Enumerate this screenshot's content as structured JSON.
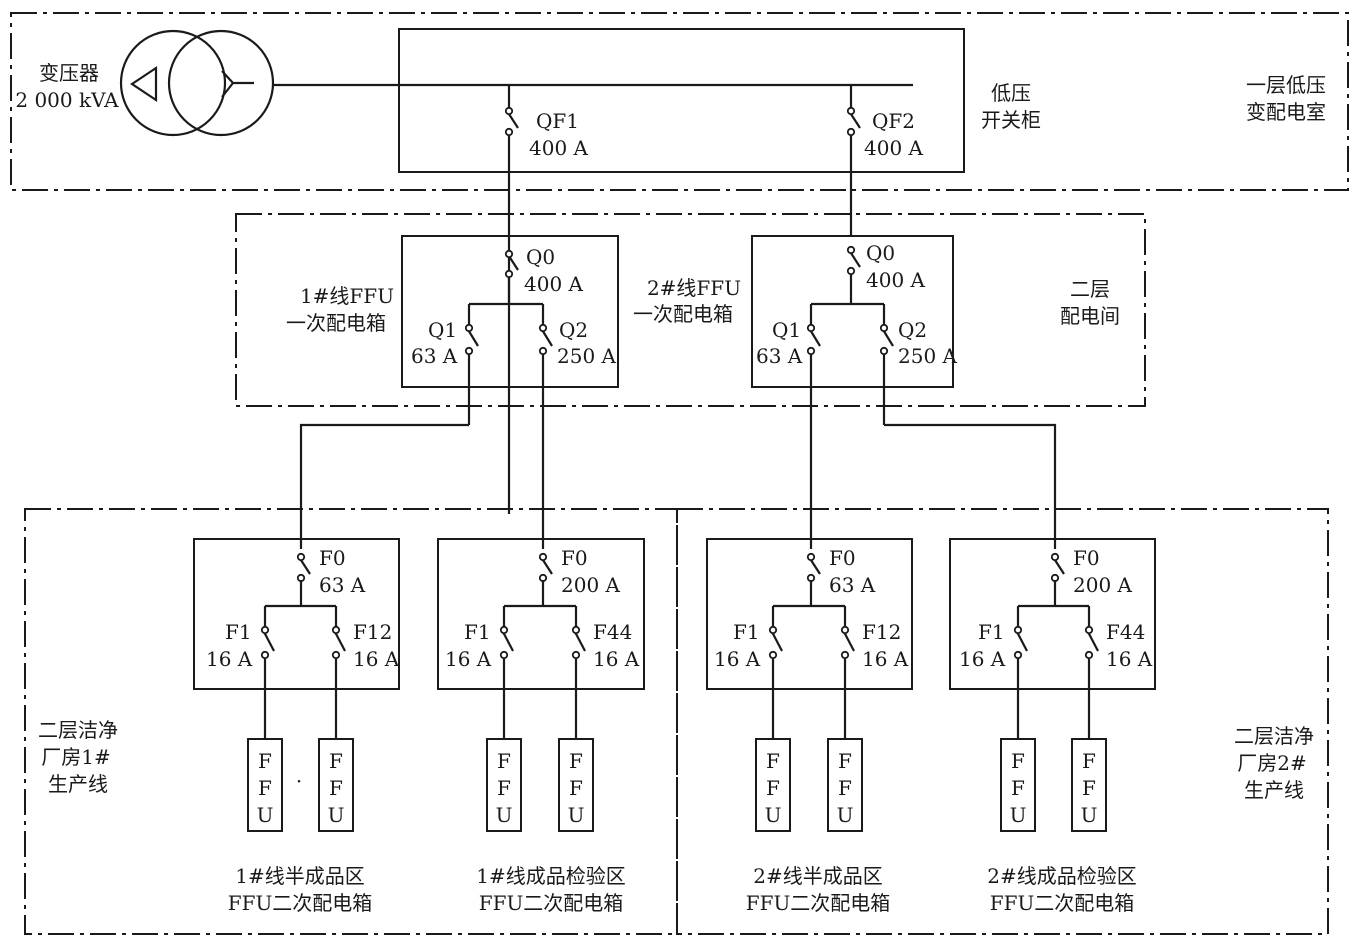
{
  "transformer": {
    "name": "变压器",
    "rating": "2 000 kVA"
  },
  "lv_cabinet": {
    "label_line1": "低压",
    "label_line2": "开关柜",
    "breakers": [
      {
        "name": "QF1",
        "rating": "400 A"
      },
      {
        "name": "QF2",
        "rating": "400 A"
      }
    ]
  },
  "zones": {
    "floor1_room": {
      "line1": "一层低压",
      "line2": "变配电室"
    },
    "floor2_room": {
      "line1": "二层",
      "line2": "配电间"
    },
    "clean_line1": {
      "line1": "二层洁净",
      "line2": "厂房1#",
      "line3": "生产线"
    },
    "clean_line2": {
      "line1": "二层洁净",
      "line2": "厂房2#",
      "line3": "生产线"
    }
  },
  "primary_boxes": [
    {
      "label_line1": "1#线FFU",
      "label_line2": "一次配电箱",
      "main": {
        "name": "Q0",
        "rating": "400 A"
      },
      "branches": [
        {
          "name": "Q1",
          "rating": "63 A"
        },
        {
          "name": "Q2",
          "rating": "250 A"
        }
      ]
    },
    {
      "label_line1": "2#线FFU",
      "label_line2": "一次配电箱",
      "main": {
        "name": "Q0",
        "rating": "400 A"
      },
      "branches": [
        {
          "name": "Q1",
          "rating": "63 A"
        },
        {
          "name": "Q2",
          "rating": "250 A"
        }
      ]
    }
  ],
  "secondary_boxes": [
    {
      "label_line1": "1#线半成品区",
      "label_line2": "FFU二次配电箱",
      "main": {
        "name": "F0",
        "rating": "63 A"
      },
      "first": {
        "name": "F1",
        "rating": "16 A"
      },
      "last": {
        "name": "F12",
        "rating": "16 A"
      }
    },
    {
      "label_line1": "1#线成品检验区",
      "label_line2": "FFU二次配电箱",
      "main": {
        "name": "F0",
        "rating": "200 A"
      },
      "first": {
        "name": "F1",
        "rating": "16 A"
      },
      "last": {
        "name": "F44",
        "rating": "16 A"
      }
    },
    {
      "label_line1": "2#线半成品区",
      "label_line2": "FFU二次配电箱",
      "main": {
        "name": "F0",
        "rating": "63 A"
      },
      "first": {
        "name": "F1",
        "rating": "16 A"
      },
      "last": {
        "name": "F12",
        "rating": "16 A"
      }
    },
    {
      "label_line1": "2#线成品检验区",
      "label_line2": "FFU二次配电箱",
      "main": {
        "name": "F0",
        "rating": "200 A"
      },
      "first": {
        "name": "F1",
        "rating": "16 A"
      },
      "last": {
        "name": "F44",
        "rating": "16 A"
      }
    }
  ],
  "ffu_unit": {
    "l1": "F",
    "l2": "F",
    "l3": "U"
  },
  "ellipsis_mark": "·"
}
